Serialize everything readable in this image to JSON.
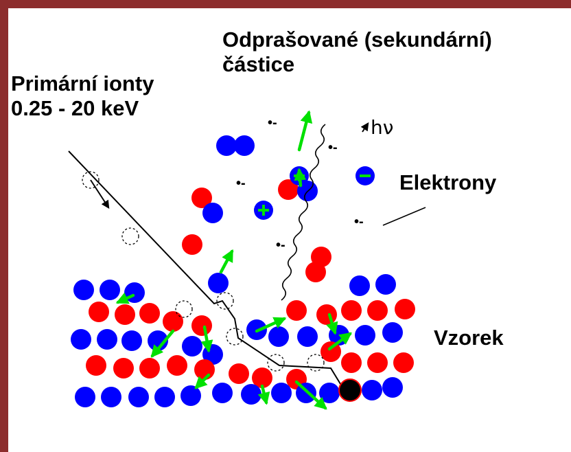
{
  "labels": {
    "sputtered_line1": "Odprašované (sekundární)",
    "sputtered_line2": "částice",
    "primary_line1": "Primární ionty",
    "primary_line2": "0.25 - 20 keV",
    "photon": "hν",
    "electrons": "Elektrony",
    "sample": "Vzorek",
    "electron_symbol": "•-",
    "plus_sign": "+",
    "minus_sign": "−"
  },
  "colors": {
    "frame": "#8c2d2d",
    "background": "#ffffff",
    "atom_blue": "#0000ff",
    "atom_red": "#ff0000",
    "arrow_green": "#00e000",
    "primary_ion": "#000000"
  }
}
